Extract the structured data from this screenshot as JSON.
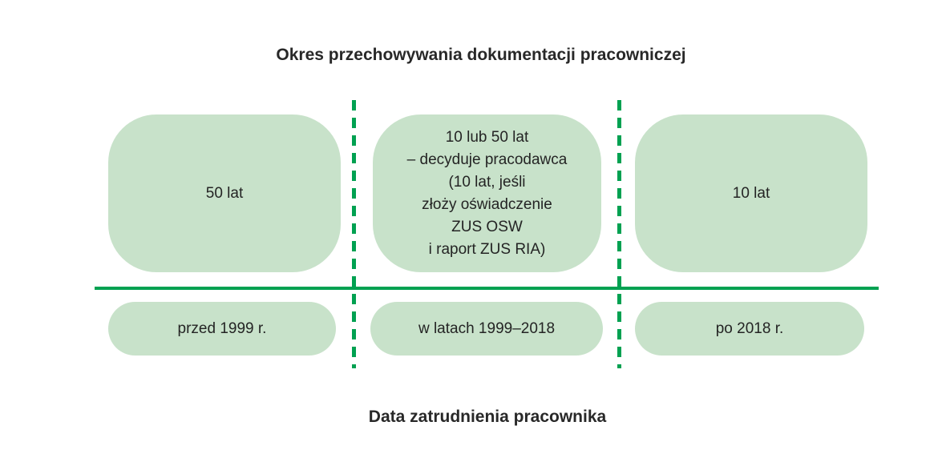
{
  "title": "Okres przechowywania dokumentacji pracowniczej",
  "axis_label": "Data zatrudnienia pracownika",
  "palette": {
    "box_fill": "#c8e2ca",
    "line_green": "#00a151",
    "text_dark": "#282828"
  },
  "columns": [
    {
      "retention": "50 lat",
      "period": "przed 1999 r."
    },
    {
      "retention": "10 lub 50 lat\n– decyduje pracodawca\n(10 lat, jeśli\nzłoży oświadczenie\nZUS OSW\ni raport ZUS RIA)",
      "period": "w latach 1999–2018"
    },
    {
      "retention": "10 lat",
      "period": "po 2018 r."
    }
  ]
}
